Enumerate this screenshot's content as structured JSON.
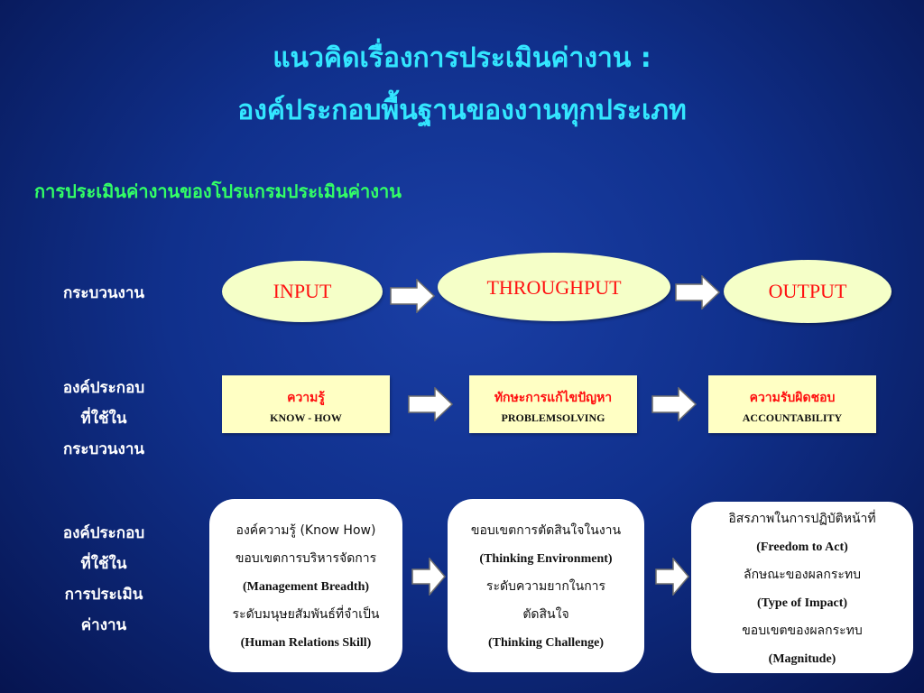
{
  "title": {
    "line1": "แนวคิดเรื่องการประเมินค่างาน :",
    "line2": "องค์ประกอบพื้นฐานของงานทุกประเภท"
  },
  "subtitle": "การประเมินค่างานของโปรแกรมประเมินค่างาน",
  "rows": {
    "process_label": "กระบวนงาน",
    "components_label": [
      "องค์ประกอบ",
      "ที่ใช้ใน",
      "กระบวนงาน"
    ],
    "evaluation_label": [
      "องค์ประกอบ",
      "ที่ใช้ใน",
      "การประเมิน",
      "ค่างาน"
    ]
  },
  "process": [
    "INPUT",
    "THROUGHPUT",
    "OUTPUT"
  ],
  "components": [
    {
      "thai": "ความรู้",
      "english": "KNOW - HOW"
    },
    {
      "thai": "ทักษะการแก้ไขปัญหา",
      "english": "PROBLEMSOLVING"
    },
    {
      "thai": "ความรับผิดชอบ",
      "english": "ACCOUNTABILITY"
    }
  ],
  "evaluation": [
    [
      "องค์ความรู้ (Know How)",
      "ขอบเขตการบริหารจัดการ",
      "(Management Breadth)",
      "ระดับมนุษยสัมพันธ์ที่จำเป็น",
      "(Human Relations Skill)"
    ],
    [
      "ขอบเขตการตัดสินใจในงาน",
      "(Thinking  Environment)",
      "ระดับความยากในการ",
      "ตัดสินใจ",
      "(Thinking  Challenge)"
    ],
    [
      "อิสรภาพในการปฏิบัติหน้าที่",
      "(Freedom  to  Act)",
      "ลักษณะของผลกระทบ",
      "(Type  of  Impact)",
      "ขอบเขตของผลกระทบ",
      "(Magnitude)"
    ]
  ],
  "colors": {
    "title": "#33e6ff",
    "subtitle": "#33ff66",
    "highlight_text": "#ff1010",
    "oval_fill": "#f5ffc8",
    "box_fill": "#ffffc4"
  }
}
